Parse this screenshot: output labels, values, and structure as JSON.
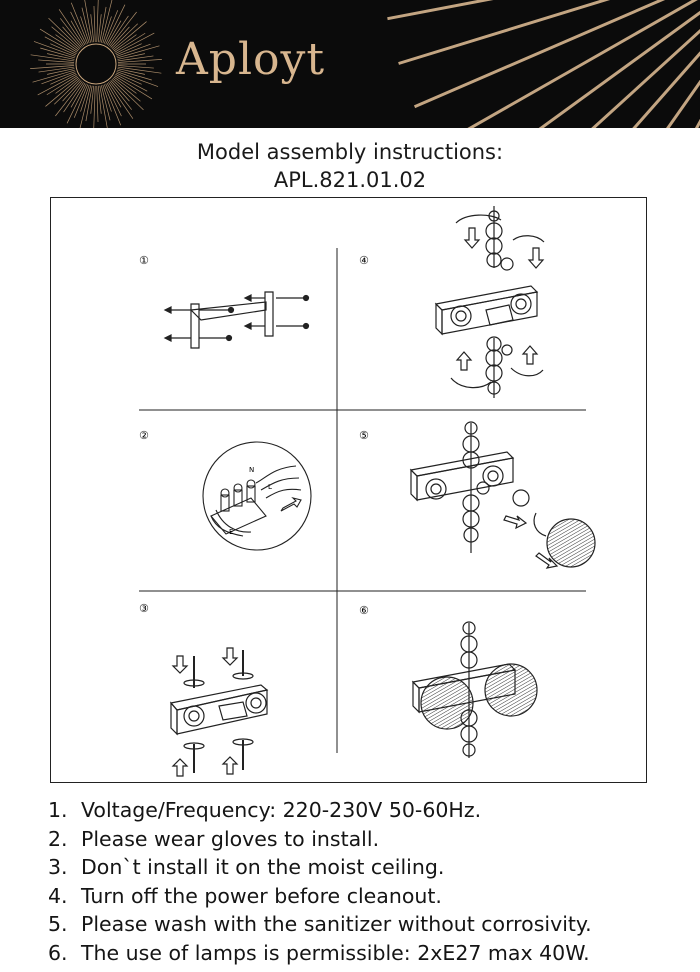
{
  "header": {
    "brand": "Aployt",
    "colors": {
      "background": "#0b0b0b",
      "accent": "#d8b68f"
    }
  },
  "title": {
    "line1": "Model assembly instructions:",
    "line2": "APL.821.01.02"
  },
  "steps": [
    {
      "number": "①"
    },
    {
      "number": "②"
    },
    {
      "number": "③"
    },
    {
      "number": "④"
    },
    {
      "number": "⑤"
    },
    {
      "number": "⑥"
    }
  ],
  "wire_labels": {
    "n": "N",
    "l": "L",
    "e": "E"
  },
  "notes": [
    {
      "num": "1.",
      "text": "Voltage/Frequency: 220-230V 50-60Hz."
    },
    {
      "num": "2.",
      "text": "Please wear gloves to install."
    },
    {
      "num": "3.",
      "text": "Don`t install it on the moist ceiling."
    },
    {
      "num": "4.",
      "text": "Turn off the power before cleanout."
    },
    {
      "num": "5.",
      "text": "Please wash with the sanitizer without corrosivity."
    },
    {
      "num": "6.",
      "text": "The use of lamps is permissible: 2xE27 max 40W."
    }
  ]
}
